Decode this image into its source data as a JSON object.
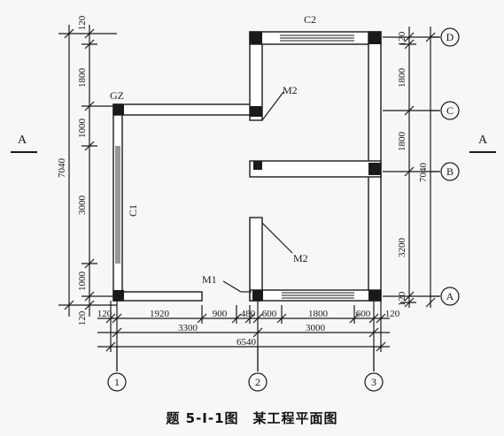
{
  "caption": "题 5-Ⅰ-1图　某工程平面图",
  "labels": {
    "gz": "GZ",
    "c1": "C1",
    "c2": "C2",
    "m1": "M1",
    "m2_top": "M2",
    "m2_mid": "M2",
    "section_left": "A",
    "section_right": "A"
  },
  "axes": {
    "horizontal": [
      "1",
      "2",
      "3"
    ],
    "vertical": [
      "A",
      "B",
      "C",
      "D"
    ]
  },
  "dims": {
    "left_top_120": "120",
    "left_1800": "1800",
    "left_1000_upper": "1000",
    "left_3000": "3000",
    "left_1000_lower": "1000",
    "left_bottom_120": "120",
    "left_total": "7040",
    "right_top_120": "120",
    "right_1800_upper": "1800",
    "right_1800_lower": "1800",
    "right_3200": "3200",
    "right_bottom_120": "120",
    "right_total": "7040",
    "b_120_left": "120",
    "b_1920": "1920",
    "b_900": "900",
    "b_480": "480",
    "b_600_left": "600",
    "b_1800": "1800",
    "b_600_right": "600",
    "b_120_right": "120",
    "b_3300": "3300",
    "b_3000": "3000",
    "b_6540": "6540"
  },
  "colors": {
    "ink": "#1a1a1a",
    "wall_fill": "#ffffff",
    "column": "#1a1a1a",
    "paper": "#f7f7f5"
  }
}
